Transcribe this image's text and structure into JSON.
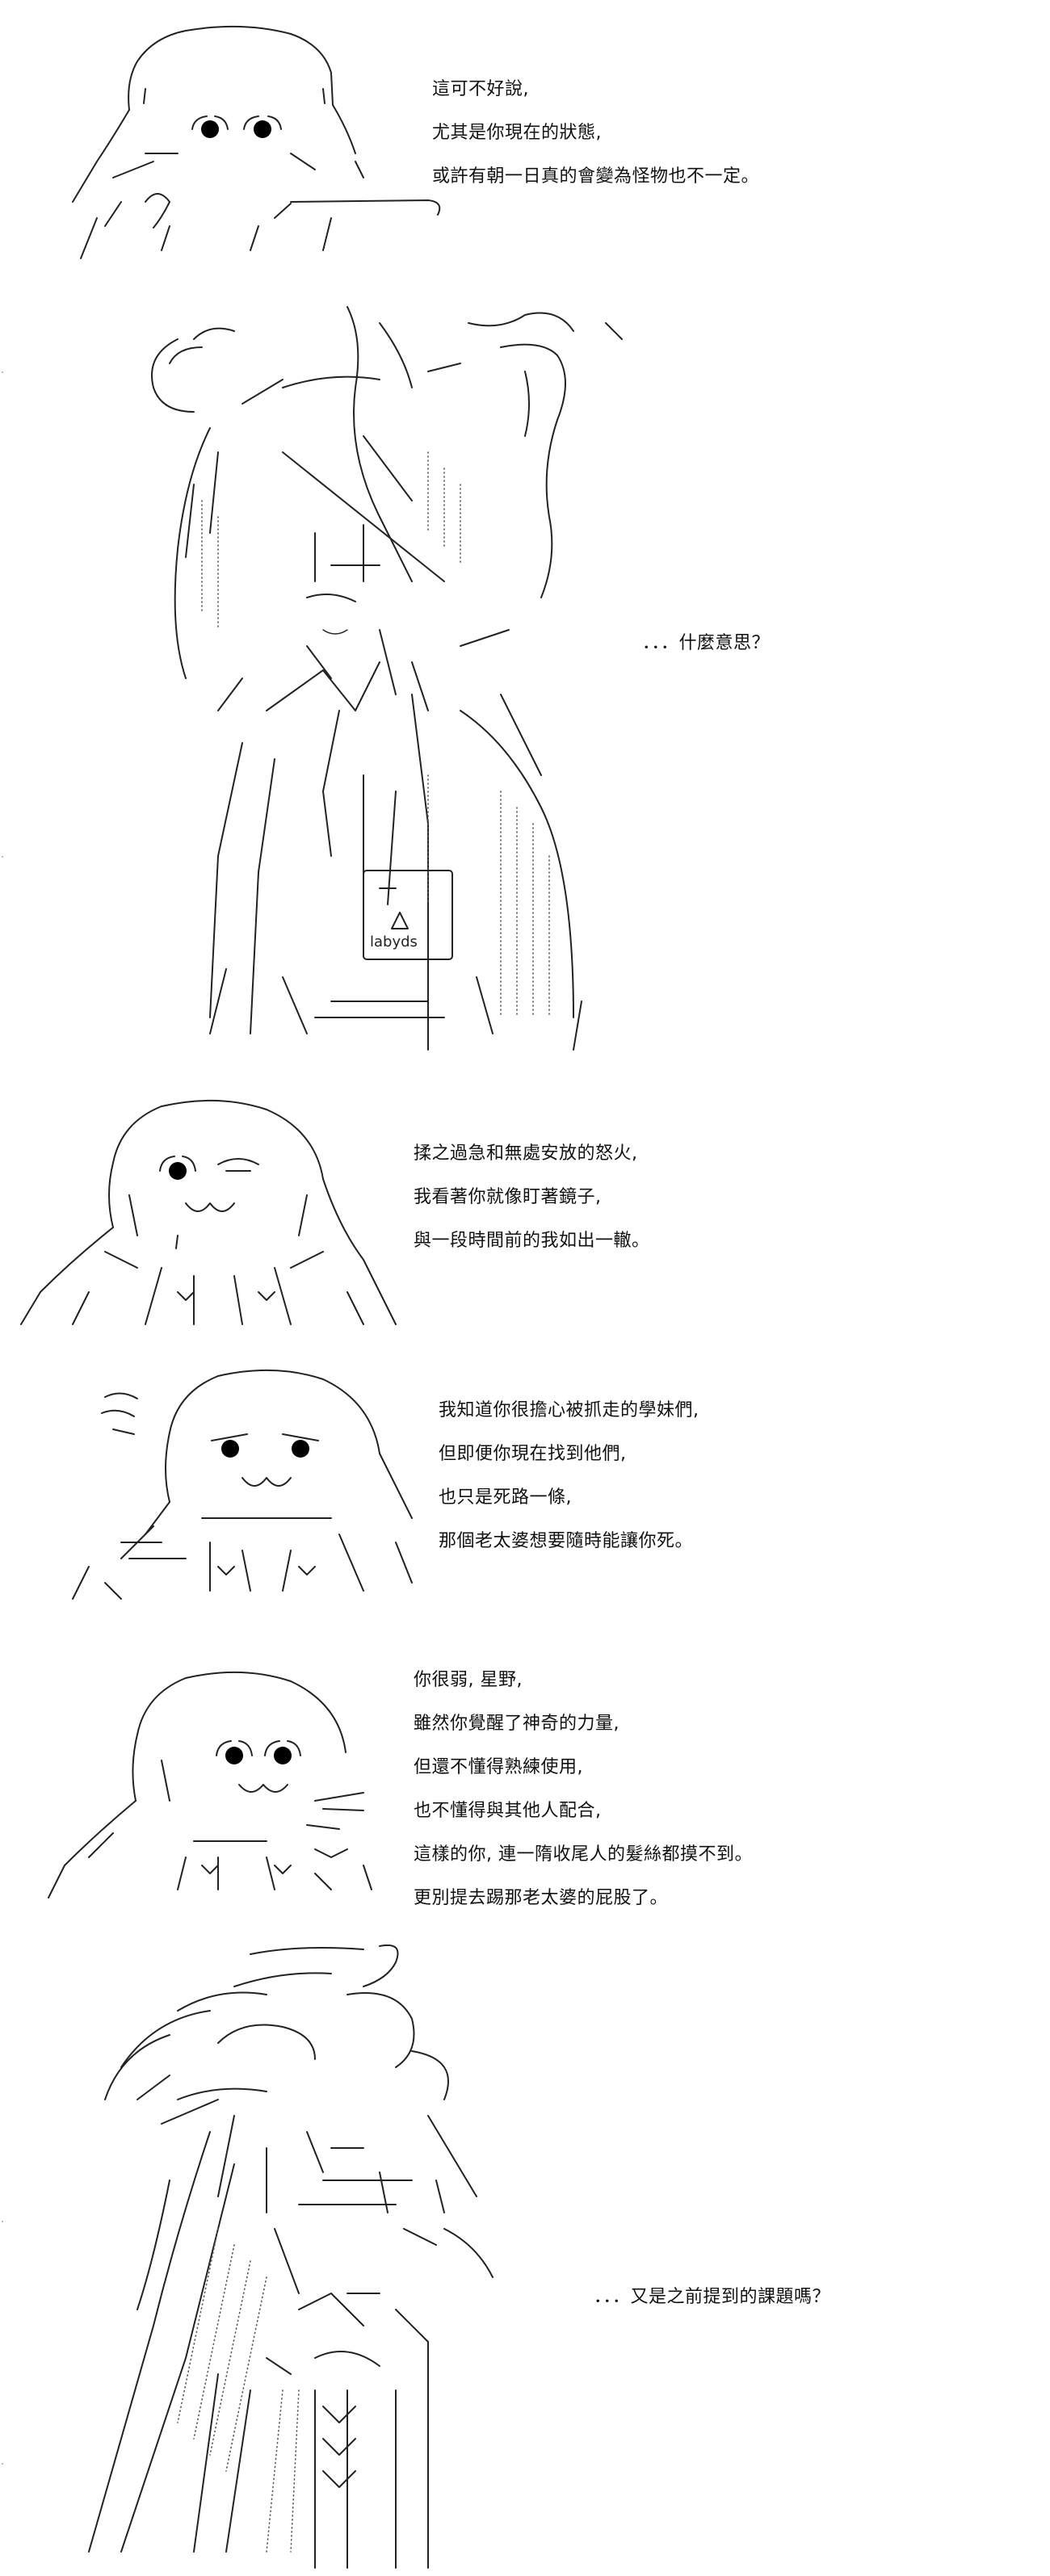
{
  "panels": [
    {
      "lines": [
        "這可不好說,",
        "尤其是你現在的狀態,",
        "或許有朝一日真的會變為怪物也不一定。"
      ]
    },
    {
      "lines": [
        "．．．什麼意思？"
      ],
      "bag_label": "labyds"
    },
    {
      "lines": [
        "揉之過急和無處安放的怒火,",
        "我看著你就像盯著鏡子,",
        "與一段時間前的我如出一轍。"
      ]
    },
    {
      "lines": [
        "我知道你很擔心被抓走的學妹們,",
        "但即便你現在找到他們,",
        "也只是死路一條,",
        "那個老太婆想要隨時能讓你死。"
      ]
    },
    {
      "lines": [
        "你很弱, 星野,",
        "雖然你覺醒了神奇的力量,",
        "但還不懂得熟練使用,",
        "也不懂得與其他人配合,",
        "這樣的你, 連一隋收尾人的髮絲都摸不到。",
        "更別提去踢那老太婆的屁股了。"
      ]
    },
    {
      "lines": [
        "．．．又是之前提到的課題嗎？"
      ]
    }
  ]
}
